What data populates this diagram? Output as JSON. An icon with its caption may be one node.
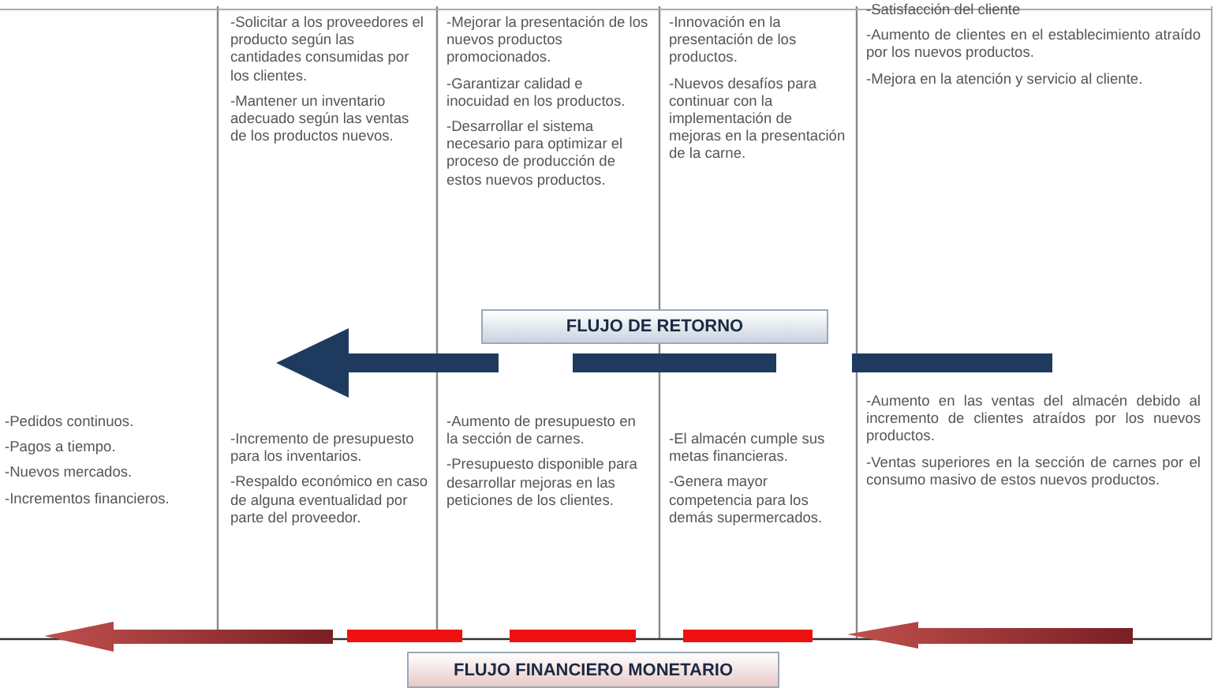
{
  "diagram": {
    "nodes": [
      {
        "text": [
          "FLUJO DE RETORNO"
        ]
      },
      {
        "text": [
          "FLUJO FINANCIERO MONETARIO"
        ]
      }
    ],
    "edges": [],
    "labels": [
      "-Solicitar a los proveedores el producto según las cantidades consumidas por los clientes.",
      "-Mantener un inventario adecuado según las ventas de los productos nuevos.",
      "-Mejorar la presentación de los nuevos productos promocionados.",
      "-Garantizar calidad e inocuidad en los productos.",
      "-Desarrollar el sistema necesario para optimizar el proceso de producción de estos nuevos productos.",
      "-Innovación en la presentación de los productos.",
      "-Nuevos desafíos para continuar con la implementación de mejoras en la presentación de la carne.",
      "-Satisfacción del cliente",
      "-Aumento de clientes en el establecimiento atraído por los nuevos productos.",
      "-Mejora en la atención y servicio al cliente.",
      "-Pedidos continuos.",
      "-Pagos a tiempo.",
      "-Nuevos mercados.",
      "-Incrementos financieros.",
      "-Incremento de presupuesto para los inventarios.",
      "-Respaldo económico en caso de alguna eventualidad por parte del proveedor.",
      "-Aumento de presupuesto en la sección de carnes.",
      "-Presupuesto disponible para desarrollar mejoras en las peticiones de los clientes.",
      "-El almacén cumple sus metas financieras.",
      "-Genera mayor competencia para los demás supermercados.",
      "-Aumento en las ventas del almacén debido al incremento de clientes atraídos por los nuevos productos.",
      "-Ventas superiores en la sección de carnes por el consumo masivo de estos nuevos productos."
    ]
  }
}
